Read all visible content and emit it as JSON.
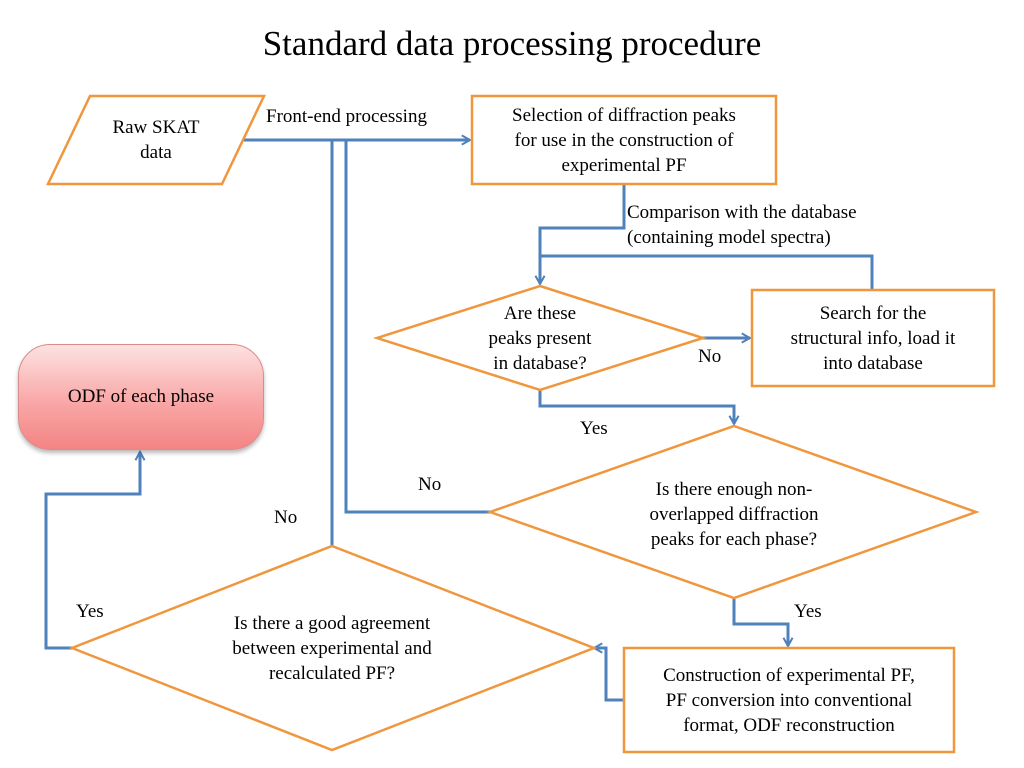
{
  "title": "Standard data processing procedure",
  "colors": {
    "shape_border": "#f0963c",
    "arrow": "#4f81bd",
    "terminal_fill_top": "#fde2e2",
    "terminal_fill_bottom": "#f48484"
  },
  "nodes": {
    "raw_data": {
      "line1": "Raw SKAT",
      "line2": "data"
    },
    "peak_selection": {
      "line1": "Selection of diffraction peaks",
      "line2": "for use in the construction of",
      "line3": "experimental PF"
    },
    "database_check": {
      "line1": "Are these",
      "line2": "peaks present",
      "line3": "in database?"
    },
    "structural_search": {
      "line1": "Search for the",
      "line2": "structural info, load it",
      "line3": "into database"
    },
    "enough_peaks": {
      "line1": "Is there enough non-",
      "line2": "overlapped diffraction",
      "line3": "peaks for each phase?"
    },
    "construction": {
      "line1": "Construction of experimental PF,",
      "line2": "PF conversion into conventional",
      "line3": "format, ODF reconstruction"
    },
    "agreement_check": {
      "line1": "Is there a good agreement",
      "line2": "between experimental and",
      "line3": "recalculated PF?"
    },
    "odf_result": {
      "text": "ODF of each phase"
    }
  },
  "edge_labels": {
    "front_end": "Front-end processing",
    "comparison_line1": "Comparison with the database",
    "comparison_line2": "(containing model spectra)",
    "db_no": "No",
    "db_yes": "Yes",
    "peaks_no": "No",
    "peaks_yes": "Yes",
    "agreement_no": "No",
    "agreement_yes": "Yes"
  }
}
